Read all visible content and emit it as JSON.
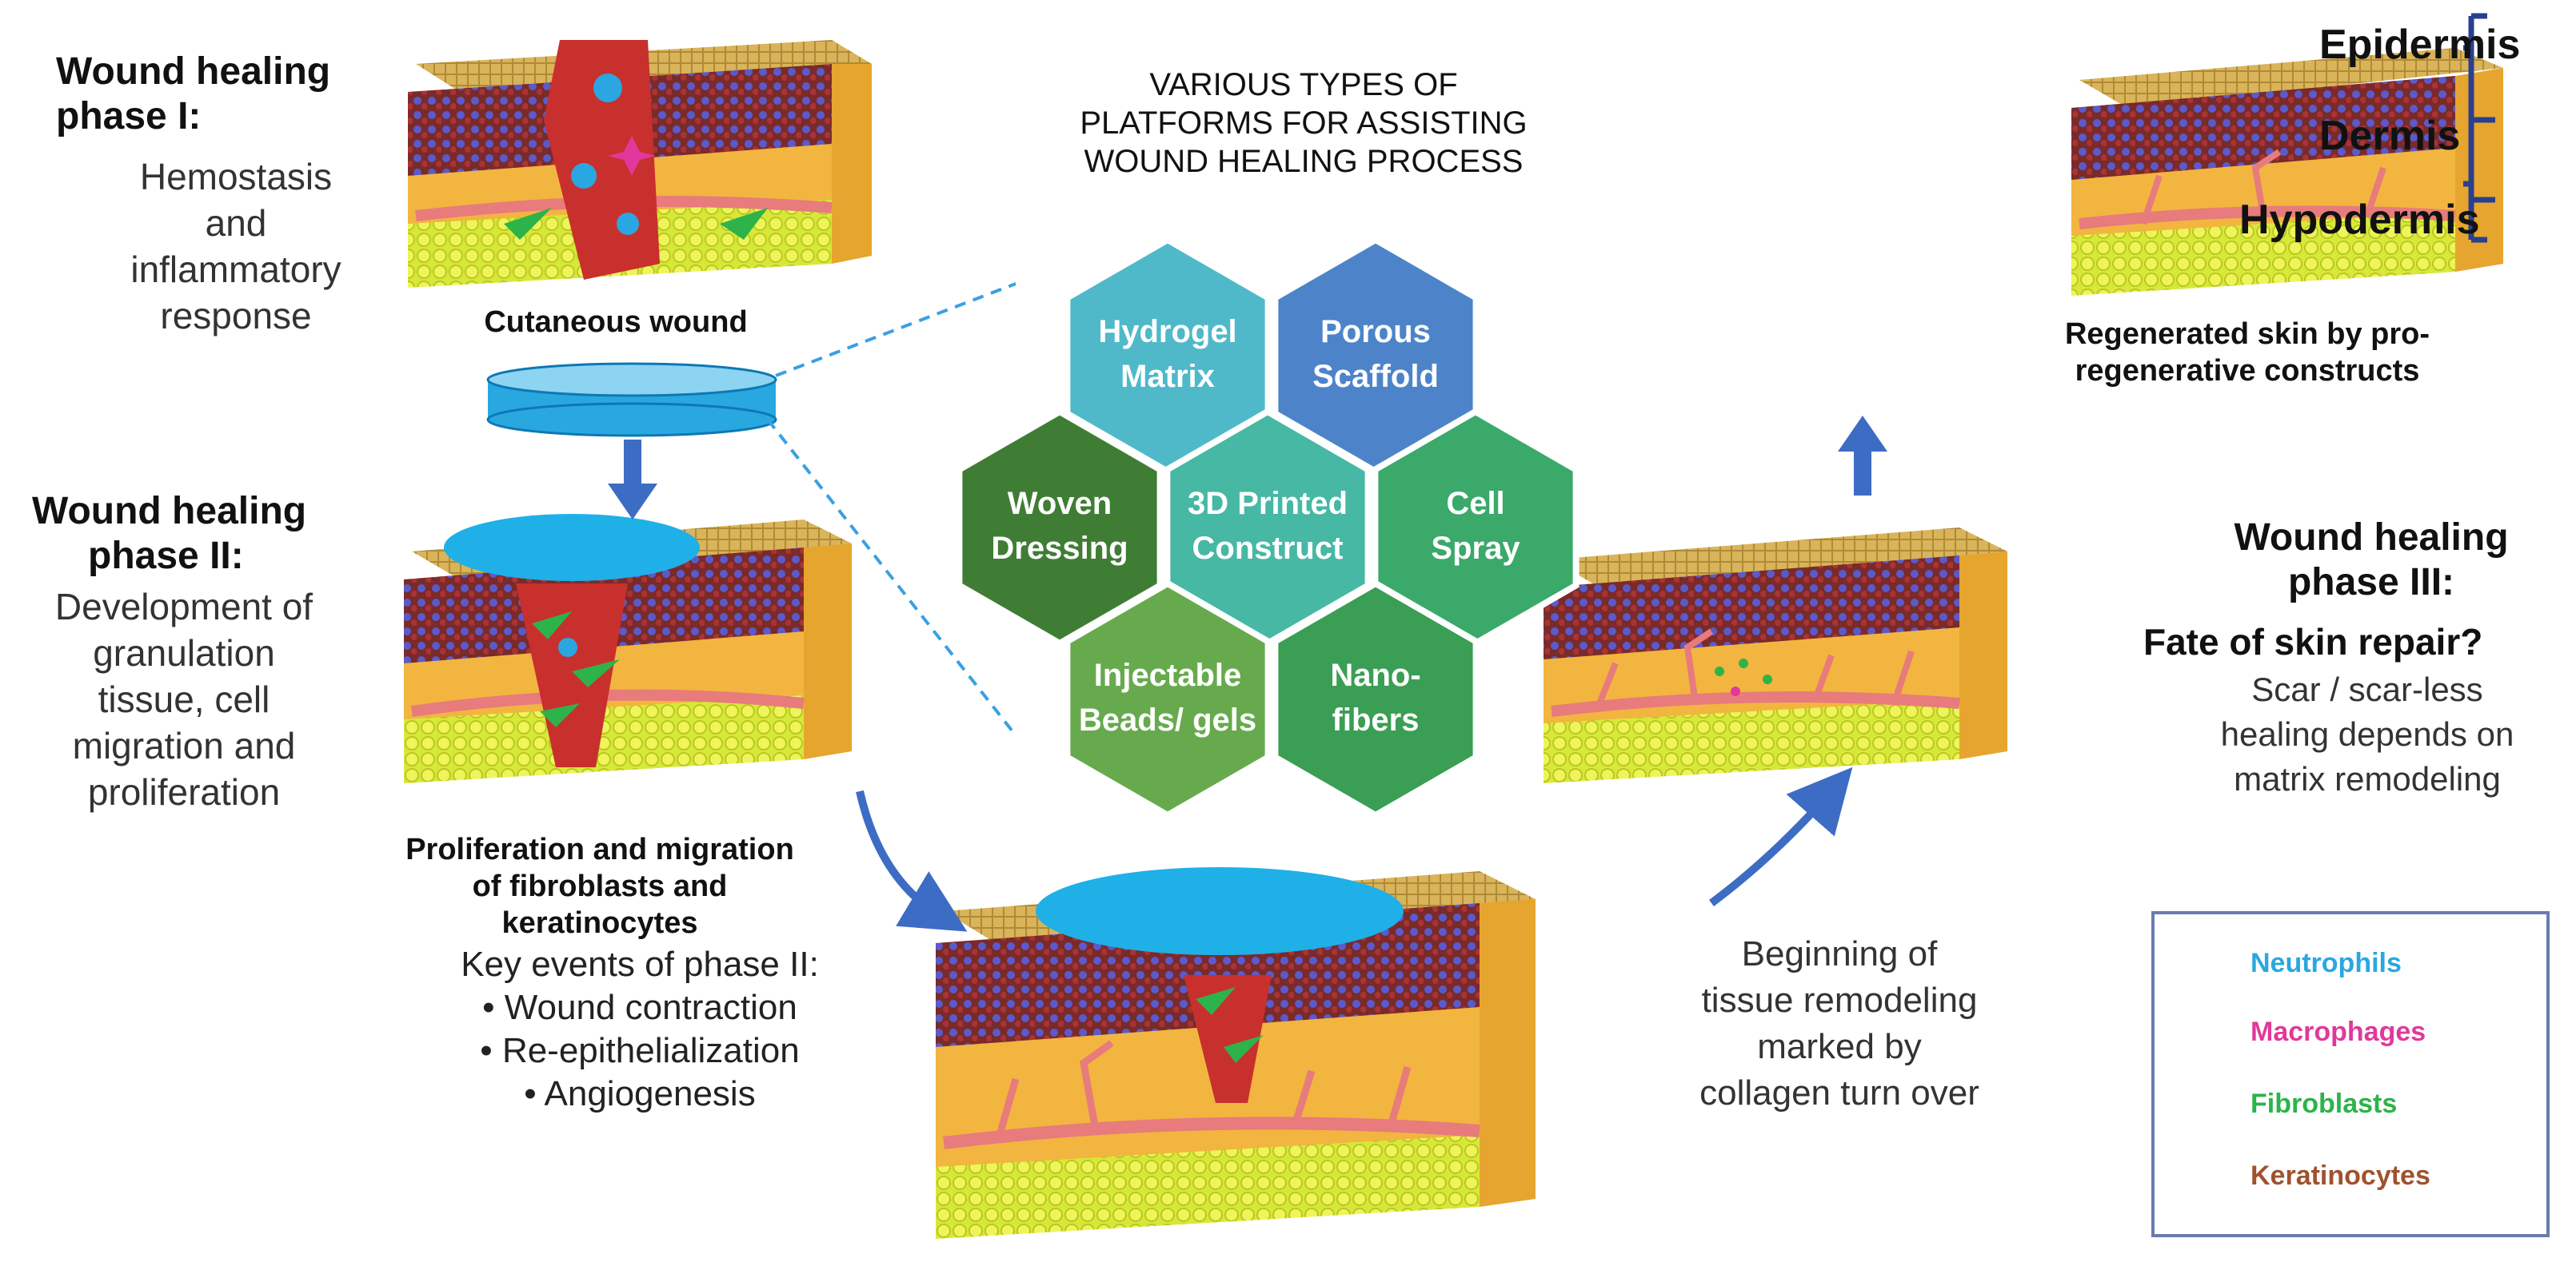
{
  "center_title": {
    "line1": "VARIOUS TYPES OF",
    "line2": "PLATFORMS FOR ASSISTING",
    "line3": "WOUND HEALING PROCESS"
  },
  "platforms": [
    {
      "line1": "Hydrogel",
      "line2": "Matrix",
      "color": "#4fb9c9"
    },
    {
      "line1": "Porous",
      "line2": "Scaffold",
      "color": "#4d84c9"
    },
    {
      "line1": "Woven",
      "line2": "Dressing",
      "color": "#3f7d34"
    },
    {
      "line1": "3D Printed",
      "line2": "Construct",
      "color": "#46b8a4"
    },
    {
      "line1": "Cell",
      "line2": "Spray",
      "color": "#3aa96a"
    },
    {
      "line1": "Injectable",
      "line2": "Beads/ gels",
      "color": "#67aa4e"
    },
    {
      "line1": "Nano-",
      "line2": "fibers",
      "color": "#3a9e54"
    }
  ],
  "phase1": {
    "title_line1": "Wound healing",
    "title_line2": "phase I:",
    "desc_line1": "Hemostasis",
    "desc_line2": "and",
    "desc_line3": "inflammatory",
    "desc_line4": "response"
  },
  "phase2": {
    "title_line1": "Wound healing",
    "title_line2": "phase II:",
    "desc_line1": "Development of",
    "desc_line2": "granulation",
    "desc_line3": "tissue, cell",
    "desc_line4": "migration and",
    "desc_line5": "proliferation"
  },
  "phase3": {
    "title_line1": "Wound healing",
    "title_line2": "phase III:",
    "question": "Fate of skin repair?",
    "desc_line1": "Scar / scar-less",
    "desc_line2": "healing depends on",
    "desc_line3": "matrix remodeling"
  },
  "captions": {
    "cutaneous_wound": "Cutaneous wound",
    "regenerated_line1": "Regenerated skin by pro-",
    "regenerated_line2": "regenerative constructs",
    "prolif_line1": "Proliferation and migration",
    "prolif_line2": "of fibroblasts and",
    "prolif_line3": "keratinocytes",
    "remodel_line1": "Beginning of",
    "remodel_line2": "tissue remodeling",
    "remodel_line3": "marked by",
    "remodel_line4": "collagen turn over"
  },
  "key_events": {
    "title": "Key events of phase II:",
    "items": [
      "Wound contraction",
      "Re-epithelialization",
      "Angiogenesis"
    ]
  },
  "skin_layers": {
    "epidermis": "Epidermis",
    "dermis": "Dermis",
    "hypodermis": "Hypodermis"
  },
  "legend": [
    {
      "label": "Neutrophils",
      "color": "#2aa7e0",
      "icon": "neutrophil-icon"
    },
    {
      "label": "Macrophages",
      "color": "#e0399b",
      "icon": "macrophage-icon"
    },
    {
      "label": "Fibroblasts",
      "color": "#2db34a",
      "icon": "fibroblast-icon"
    },
    {
      "label": "Keratinocytes",
      "color": "#a0522d",
      "icon": "keratinocyte-icon"
    }
  ]
}
